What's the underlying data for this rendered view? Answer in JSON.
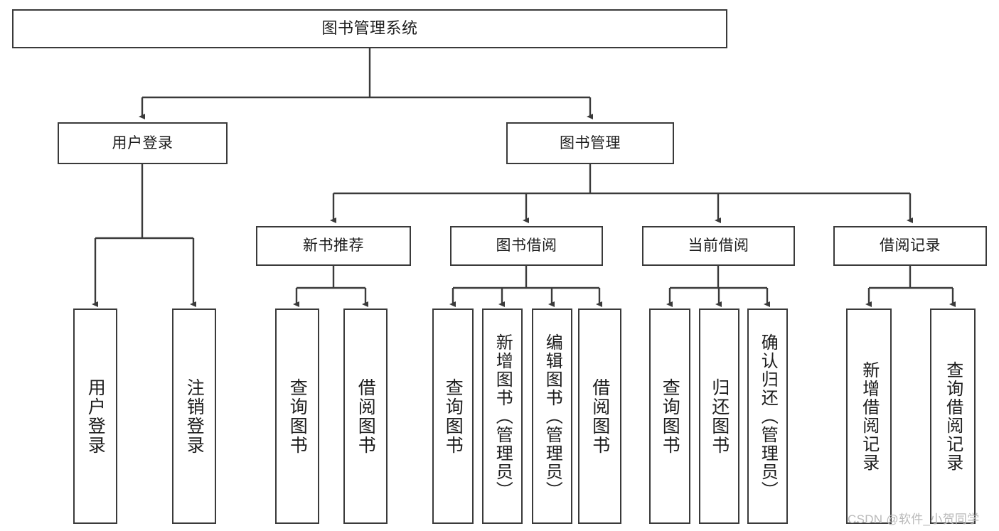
{
  "diagram": {
    "title": "图书管理系统",
    "type": "tree-hierarchy",
    "levels": {
      "root": {
        "label": "图书管理系统"
      },
      "level2": [
        {
          "id": "user-login",
          "label": "用户登录"
        },
        {
          "id": "book-management",
          "label": "图书管理"
        }
      ],
      "level3": [
        {
          "id": "new-book-recommend",
          "label": "新书推荐",
          "parent": "book-management"
        },
        {
          "id": "book-borrow",
          "label": "图书借阅",
          "parent": "book-management"
        },
        {
          "id": "current-borrow",
          "label": "当前借阅",
          "parent": "book-management"
        },
        {
          "id": "borrow-record",
          "label": "借阅记录",
          "parent": "book-management"
        }
      ],
      "leaves": [
        {
          "id": "leaf-user-login",
          "label": "用户登录",
          "parent": "user-login"
        },
        {
          "id": "leaf-logout-login",
          "label": "注销登录",
          "parent": "user-login"
        },
        {
          "id": "leaf-query-book-1",
          "label": "查询图书",
          "parent": "new-book-recommend"
        },
        {
          "id": "leaf-borrow-book-1",
          "label": "借阅图书",
          "parent": "new-book-recommend"
        },
        {
          "id": "leaf-query-book-2",
          "label": "查询图书",
          "parent": "book-borrow"
        },
        {
          "id": "leaf-add-book",
          "label": "新增图书（管理员）",
          "parent": "book-borrow"
        },
        {
          "id": "leaf-edit-book",
          "label": "编辑图书（管理员）",
          "parent": "book-borrow"
        },
        {
          "id": "leaf-borrow-book-2",
          "label": "借阅图书",
          "parent": "book-borrow"
        },
        {
          "id": "leaf-query-book-3",
          "label": "查询图书",
          "parent": "current-borrow"
        },
        {
          "id": "leaf-return-book",
          "label": "归还图书",
          "parent": "current-borrow"
        },
        {
          "id": "leaf-confirm-return",
          "label": "确认归还（管理员）",
          "parent": "current-borrow"
        },
        {
          "id": "leaf-add-record",
          "label": "新增借阅记录",
          "parent": "borrow-record"
        },
        {
          "id": "leaf-query-record",
          "label": "查询借阅记录",
          "parent": "borrow-record"
        }
      ]
    },
    "colors": {
      "stroke": "#3a3a3a",
      "fill": "#ffffff",
      "text": "#1c1c1c",
      "watermark": "#b9b9b9"
    }
  },
  "watermark": {
    "text": "CSDN @软件_小贺同学"
  }
}
